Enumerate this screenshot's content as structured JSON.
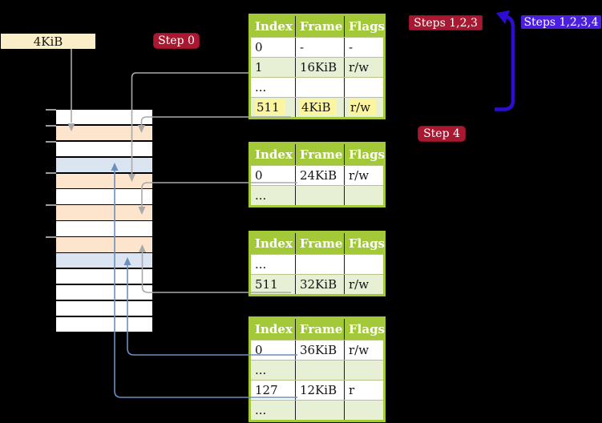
{
  "callout": {
    "label": "4KiB"
  },
  "badges": {
    "step0": "Step 0",
    "steps123": "Steps 1,2,3",
    "steps1234": "Steps 1,2,3,4",
    "step4": "Step 4"
  },
  "memory": {
    "rows": [
      "white",
      "peach",
      "white",
      "blue",
      "peach",
      "white",
      "peach",
      "white",
      "peach",
      "blue",
      "white",
      "white",
      "white",
      "white"
    ]
  },
  "page_tables": [
    {
      "headers": [
        "Index",
        "Frame",
        "Flags"
      ],
      "rows": [
        {
          "cells": [
            "0",
            "-",
            "-"
          ],
          "shaded": false,
          "highlight": false
        },
        {
          "cells": [
            "1",
            "16KiB",
            "r/w"
          ],
          "shaded": true,
          "highlight": false
        },
        {
          "cells": [
            "...",
            "",
            ""
          ],
          "shaded": false,
          "highlight": false
        },
        {
          "cells": [
            "511",
            "4KiB",
            "r/w"
          ],
          "shaded": true,
          "highlight": true
        }
      ]
    },
    {
      "headers": [
        "Index",
        "Frame",
        "Flags"
      ],
      "rows": [
        {
          "cells": [
            "0",
            "24KiB",
            "r/w"
          ],
          "shaded": false,
          "highlight": false
        },
        {
          "cells": [
            "...",
            "",
            ""
          ],
          "shaded": true,
          "highlight": false
        }
      ]
    },
    {
      "headers": [
        "Index",
        "Frame",
        "Flags"
      ],
      "rows": [
        {
          "cells": [
            "...",
            "",
            ""
          ],
          "shaded": false,
          "highlight": false
        },
        {
          "cells": [
            "511",
            "32KiB",
            "r/w"
          ],
          "shaded": true,
          "highlight": false
        }
      ]
    },
    {
      "headers": [
        "Index",
        "Frame",
        "Flags"
      ],
      "rows": [
        {
          "cells": [
            "0",
            "36KiB",
            "r/w"
          ],
          "shaded": false,
          "highlight": false
        },
        {
          "cells": [
            "...",
            "",
            ""
          ],
          "shaded": true,
          "highlight": false
        },
        {
          "cells": [
            "127",
            "12KiB",
            "r"
          ],
          "shaded": false,
          "highlight": false
        },
        {
          "cells": [
            "...",
            "",
            ""
          ],
          "shaded": true,
          "highlight": false
        }
      ]
    }
  ],
  "colors": {
    "background": "#000000",
    "table_header_green": "#a3c939",
    "table_row_shade": "#e7efd5",
    "highlight_yellow": "#fcf5a0",
    "memory_white": "#ffffff",
    "memory_peach": "#fce5cc",
    "memory_blue": "#dbe5f2",
    "badge_red": "#a81931",
    "badge_blue": "#4a1fdd",
    "callout_bg": "#f9eec7",
    "arrow_gray": "#a9a9a9",
    "arrow_steelblue": "#6d8fbf",
    "arrow_blue": "#2f0cd2",
    "tick_gray": "#9c9c9c"
  }
}
